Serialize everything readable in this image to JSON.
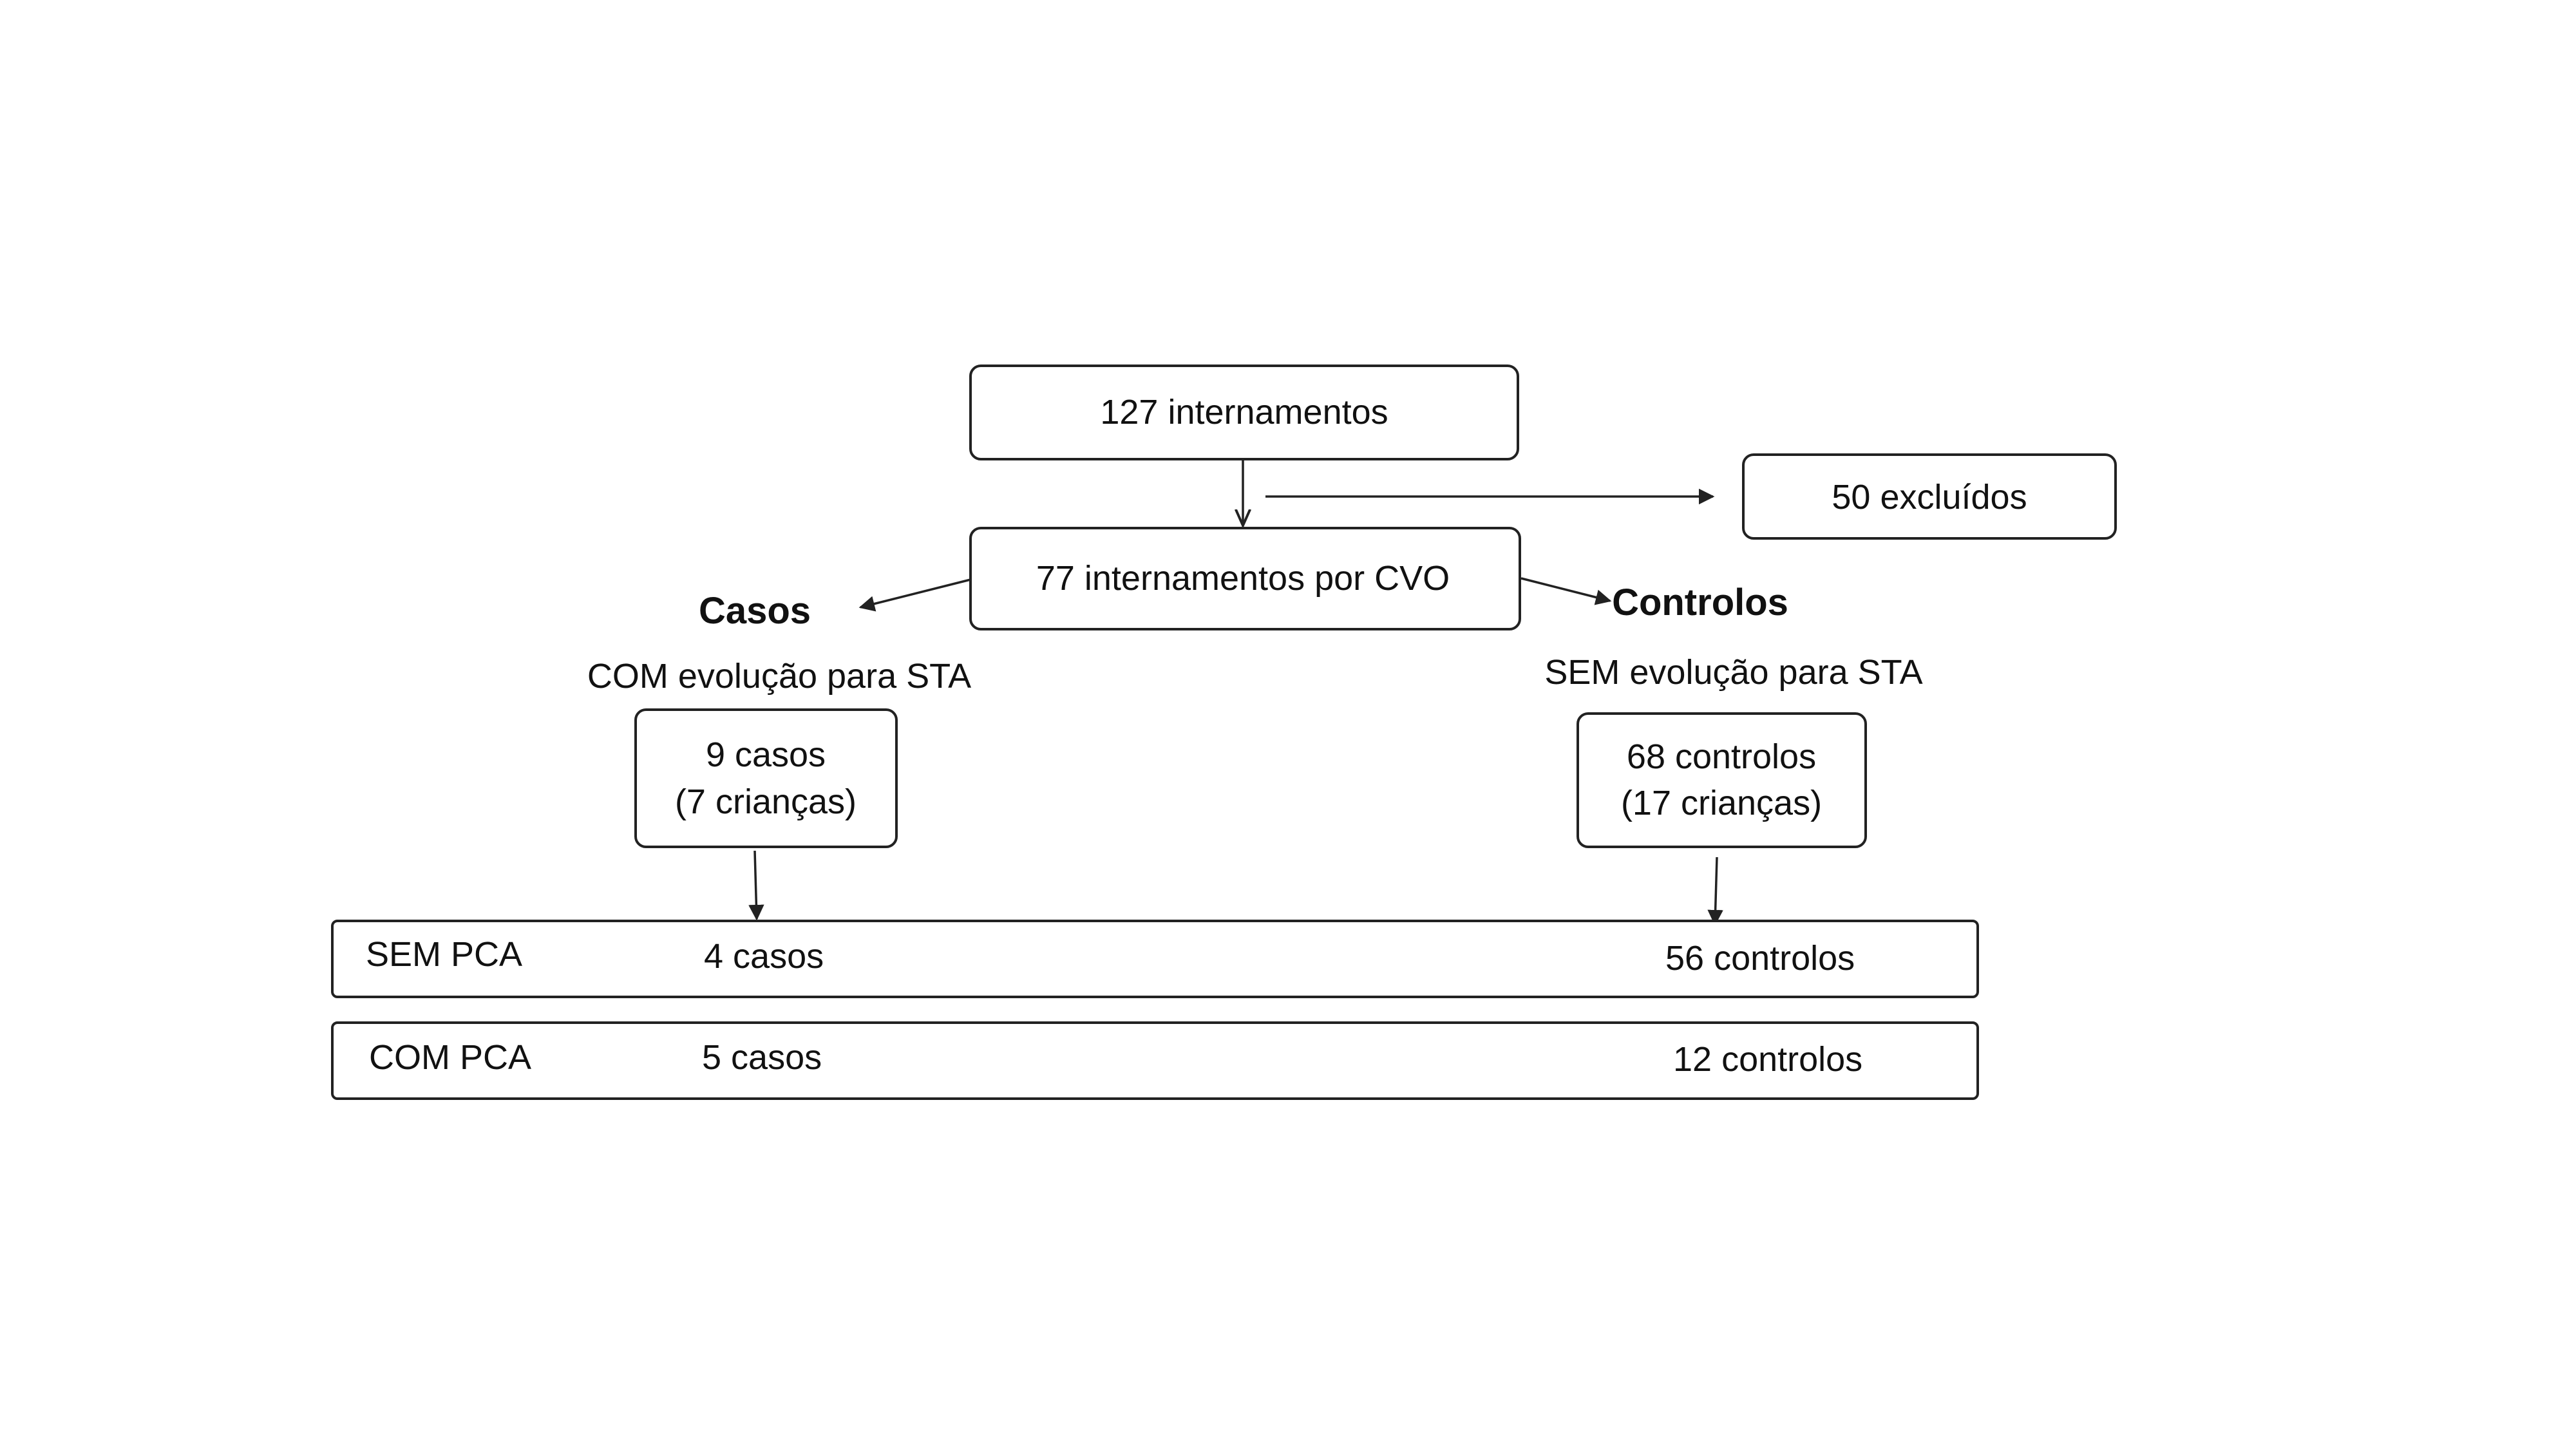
{
  "nodes": {
    "total": "127 internamentos",
    "excluded": "50 excluídos",
    "cvo": "77 internamentos por CVO",
    "cases_box_line1": "9 casos",
    "cases_box_line2": "(7 crianças)",
    "controls_box_line1": "68 controlos",
    "controls_box_line2": "(17 crianças)"
  },
  "groups": {
    "cases_heading": "Casos",
    "cases_sub": "COM evolução para STA",
    "controls_heading": "Controlos",
    "controls_sub": "SEM evolução para STA"
  },
  "rows": [
    {
      "label": "SEM PCA",
      "cases": "4 casos",
      "controls": "56 controlos"
    },
    {
      "label": "COM PCA",
      "cases": "5 casos",
      "controls": "12 controlos"
    }
  ],
  "colors": {
    "line": "#222222",
    "text": "#111111",
    "background": "#ffffff"
  }
}
